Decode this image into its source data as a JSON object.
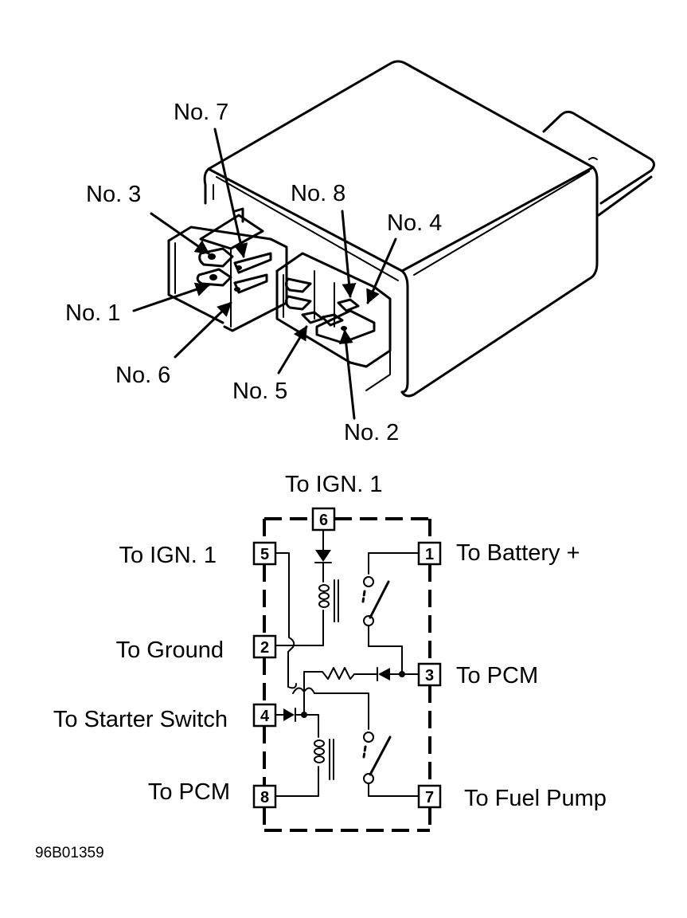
{
  "figure_code": "96B01359",
  "relay_view": {
    "callouts": [
      {
        "id": "no7",
        "label": "No. 7"
      },
      {
        "id": "no3",
        "label": "No. 3"
      },
      {
        "id": "no8",
        "label": "No. 8"
      },
      {
        "id": "no4",
        "label": "No. 4"
      },
      {
        "id": "no1",
        "label": "No. 1"
      },
      {
        "id": "no6",
        "label": "No. 6"
      },
      {
        "id": "no5",
        "label": "No. 5"
      },
      {
        "id": "no2",
        "label": "No. 2"
      }
    ]
  },
  "schematic": {
    "top_label": "To IGN. 1",
    "terminals": [
      {
        "pin": "6",
        "label": "To IGN. 1"
      },
      {
        "pin": "5",
        "label": "To IGN. 1"
      },
      {
        "pin": "1",
        "label": "To Battery +"
      },
      {
        "pin": "2",
        "label": "To Ground"
      },
      {
        "pin": "3",
        "label": "To PCM"
      },
      {
        "pin": "4",
        "label": "To Starter Switch"
      },
      {
        "pin": "8",
        "label": "To PCM"
      },
      {
        "pin": "7",
        "label": "To Fuel Pump"
      }
    ]
  }
}
